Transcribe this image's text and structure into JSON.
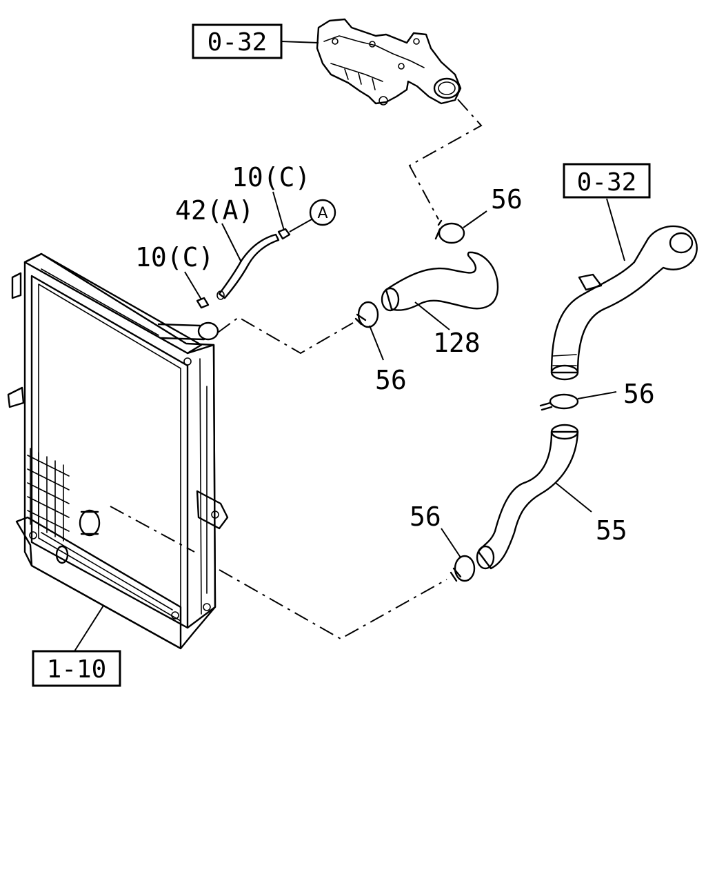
{
  "labels": {
    "ref_0_32_top": "0-32",
    "ref_0_32_right": "0-32",
    "ref_1_10": "1-10",
    "part_10c_upper": "10(C)",
    "part_10c_lower": "10(C)",
    "part_42a": "42(A)",
    "circle_a": "A",
    "part_56_top": "56",
    "part_56_mid": "56",
    "part_56_right": "56",
    "part_56_bottom": "56",
    "part_128": "128",
    "part_55": "55"
  }
}
